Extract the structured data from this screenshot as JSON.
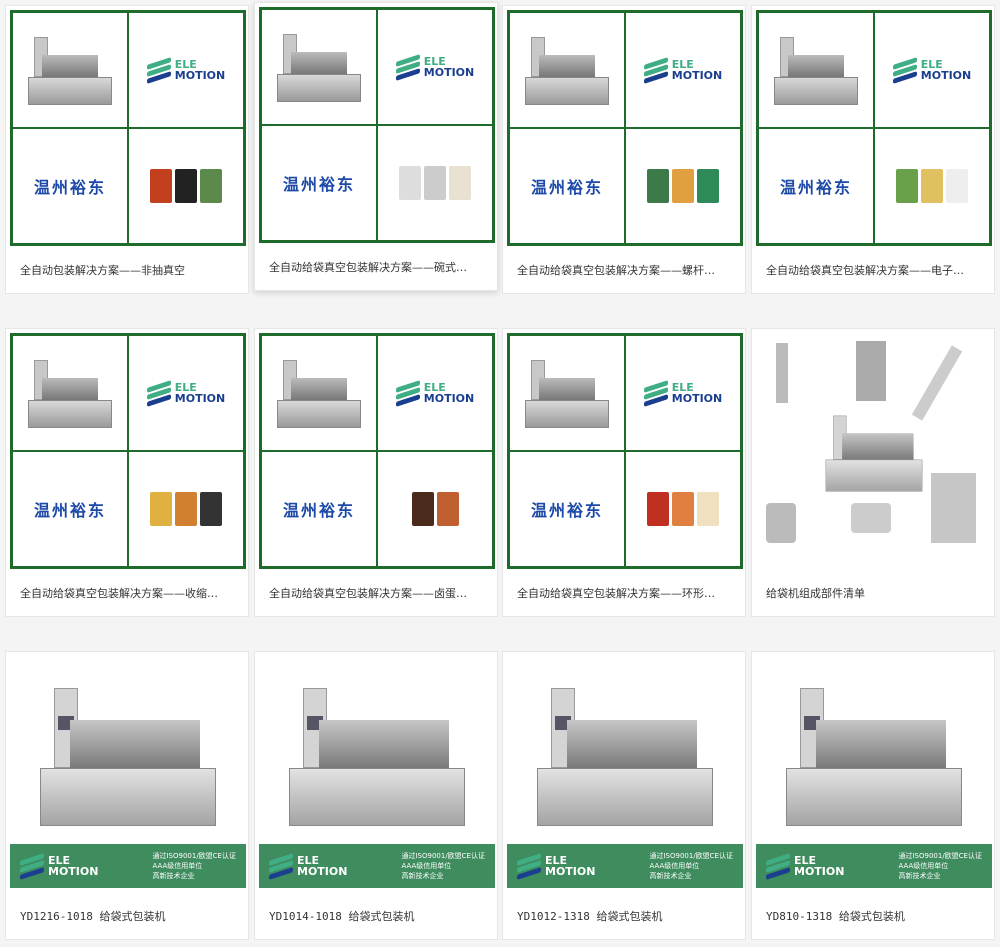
{
  "brand": {
    "logo_top": "ELE",
    "logo_bottom": "MOTION",
    "company_cn": "温州裕东"
  },
  "certs": [
    "通过ISO9001/欧盟CE认证",
    "AAA级信用单位",
    "高新技术企业"
  ],
  "colors": {
    "grid_green": "#1f6b2c",
    "banner_green": "#3f8c5f",
    "logo_blue": "#1a3f8f",
    "logo_green": "#3fae84"
  },
  "solutions": [
    {
      "title": "全自动包装解决方案——非抽真空",
      "products": [
        "#c2401e",
        "#222",
        "#5b8a4a"
      ]
    },
    {
      "title": "全自动给袋真空包装解决方案——碗式…",
      "products": [
        "#ddd",
        "#ccc",
        "#e8e0d0"
      ]
    },
    {
      "title": "全自动给袋真空包装解决方案——螺杆…",
      "products": [
        "#3c7a4a",
        "#e0a040",
        "#2f8a5a"
      ]
    },
    {
      "title": "全自动给袋真空包装解决方案——电子…",
      "products": [
        "#6aa04a",
        "#e0c060",
        "#eee"
      ]
    },
    {
      "title": "全自动给袋真空包装解决方案——收缩…",
      "products": [
        "#e0b040",
        "#d08030",
        "#333"
      ]
    },
    {
      "title": "全自动给袋真空包装解决方案——卤蛋…",
      "products": [
        "#4a2a1a",
        "#c06030"
      ]
    },
    {
      "title": "全自动给袋真空包装解决方案——环形…",
      "products": [
        "#c03020",
        "#e08040",
        "#f0e0c0"
      ]
    }
  ],
  "parts": {
    "title": "给袋机组成部件清单"
  },
  "machines": [
    {
      "title": "YD1216-1018 给袋式包装机"
    },
    {
      "title": "YD1014-1018 给袋式包装机"
    },
    {
      "title": "YD1012-1318 给袋式包装机"
    },
    {
      "title": "YD810-1318 给袋式包装机"
    }
  ]
}
